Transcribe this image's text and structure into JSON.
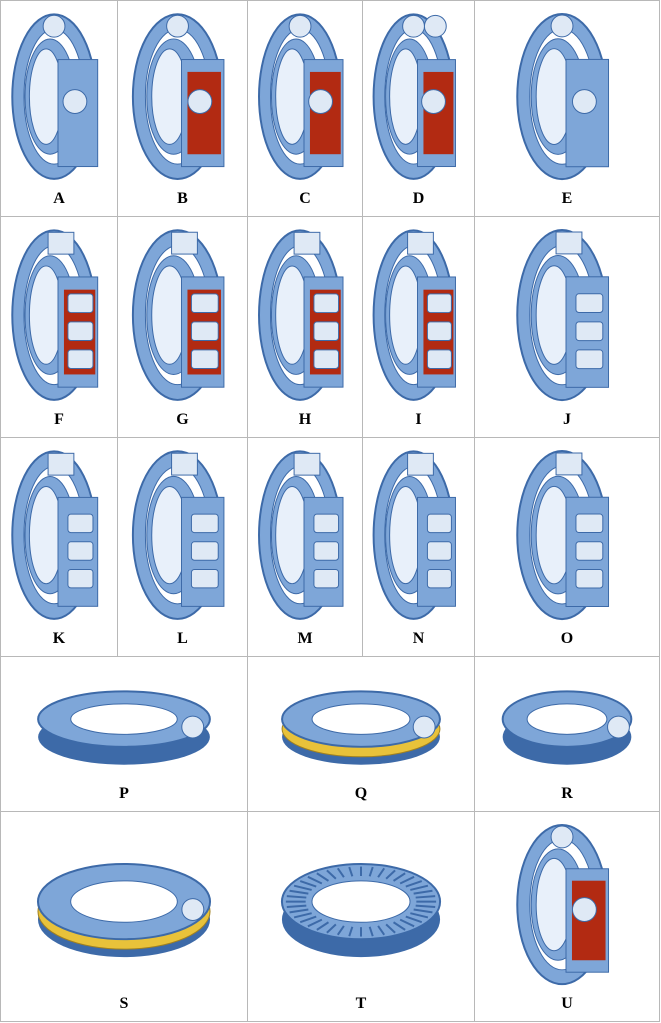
{
  "cells": [
    {
      "label": "A",
      "kind": "ball"
    },
    {
      "label": "B",
      "kind": "ball-red"
    },
    {
      "label": "C",
      "kind": "ball-red"
    },
    {
      "label": "D",
      "kind": "ball-double"
    },
    {
      "label": "E",
      "kind": "insert"
    },
    {
      "label": "F",
      "kind": "roller"
    },
    {
      "label": "G",
      "kind": "roller"
    },
    {
      "label": "H",
      "kind": "roller"
    },
    {
      "label": "I",
      "kind": "roller"
    },
    {
      "label": "J",
      "kind": "roller-double"
    },
    {
      "label": "K",
      "kind": "taper"
    },
    {
      "label": "L",
      "kind": "needle"
    },
    {
      "label": "M",
      "kind": "taper"
    },
    {
      "label": "N",
      "kind": "spherical"
    },
    {
      "label": "O",
      "kind": "taper-double"
    },
    {
      "label": "P",
      "kind": "thrust-ball"
    },
    {
      "label": "Q",
      "kind": "thrust-yellow"
    },
    {
      "label": "R",
      "kind": "thrust-roller"
    },
    {
      "label": "S",
      "kind": "thrust-yellow"
    },
    {
      "label": "T",
      "kind": "needle-thrust"
    },
    {
      "label": "U",
      "kind": "combined"
    }
  ],
  "colors": {
    "ring": "#7ea6d8",
    "ring_dark": "#3d6aa8",
    "cage_red": "#b22a12",
    "cage_yellow": "#e8c23a",
    "ball": "#dfe9f5"
  }
}
